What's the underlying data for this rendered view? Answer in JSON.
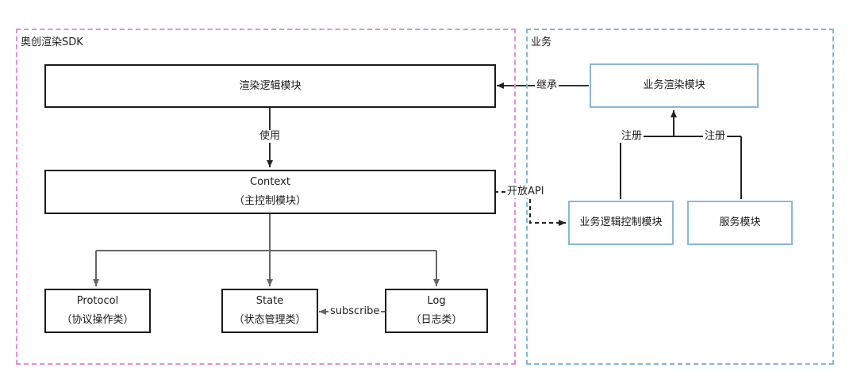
{
  "groups": {
    "sdk": {
      "title": "奥创渲染SDK"
    },
    "business": {
      "title": "业务"
    }
  },
  "nodes": {
    "render_logic": {
      "label": "渲染逻辑模块"
    },
    "context": {
      "label": "Context",
      "sublabel": "（主控制模块）"
    },
    "protocol": {
      "label": "Protocol",
      "sublabel": "（协议操作类）"
    },
    "state": {
      "label": "State",
      "sublabel": "（状态管理类）"
    },
    "log": {
      "label": "Log",
      "sublabel": "（日志类）"
    },
    "biz_render": {
      "label": "业务渲染模块"
    },
    "biz_logic_ctrl": {
      "label": "业务逻辑控制模块"
    },
    "service": {
      "label": "服务模块"
    }
  },
  "edges": {
    "use": "使用",
    "inherit": "继承",
    "open_api": "开放API",
    "subscribe": "subscribe",
    "register_left": "注册",
    "register_right": "注册"
  },
  "colors": {
    "sdk_border": "#e08fd6",
    "biz_border": "#7fb6e0",
    "node_blue_border": "#8ab8d8",
    "line": "#333333",
    "gray_line": "#666666"
  }
}
